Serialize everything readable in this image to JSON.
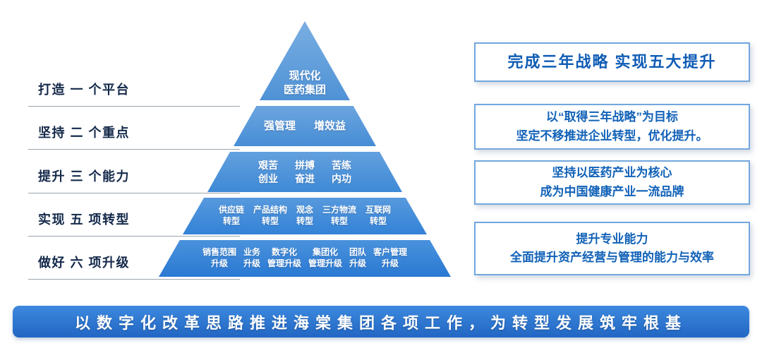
{
  "left_labels": [
    "打造 一 个平台",
    "坚持 二 个重点",
    "提升 三 个能力",
    "实现 五 项转型",
    "做好 六 项升级"
  ],
  "pyramid": {
    "levels": [
      {
        "items": [
          "现代化\n医药集团"
        ]
      },
      {
        "items": [
          "强管理",
          "增效益"
        ]
      },
      {
        "items": [
          "艰苦\n创业",
          "拼搏\n奋进",
          "苦练\n内功"
        ]
      },
      {
        "items": [
          "供应链\n转型",
          "产品结构\n转型",
          "观念\n转型",
          "三方物流\n转型",
          "互联网\n转型"
        ]
      },
      {
        "items": [
          "销售范围\n升级",
          "业务\n升级",
          "数字化\n管理升级",
          "集团化\n管理升级",
          "团队\n升级",
          "客户管理\n升级"
        ]
      }
    ]
  },
  "right_boxes": [
    {
      "text": "完成三年战略 实现五大提升"
    },
    {
      "text": "以“取得三年战略”为目标\n坚定不移推进企业转型，优化提升。"
    },
    {
      "text": "坚持以医药产业为核心\n成为中国健康产业一流品牌"
    },
    {
      "text": "提升专业能力\n全面提升资产经营与管理的能力与效率"
    }
  ],
  "banner": {
    "text": "以数字化改革思路推进海棠集团各项工作，为转型发展筑牢根基"
  },
  "colors": {
    "pyramid_top": "#79aee2",
    "pyramid_bottom": "#2978d3",
    "accent_blue": "#1262b8",
    "box_border": "#71a7dd",
    "banner_blue": "#2166c3",
    "label_dark": "#14294a"
  }
}
